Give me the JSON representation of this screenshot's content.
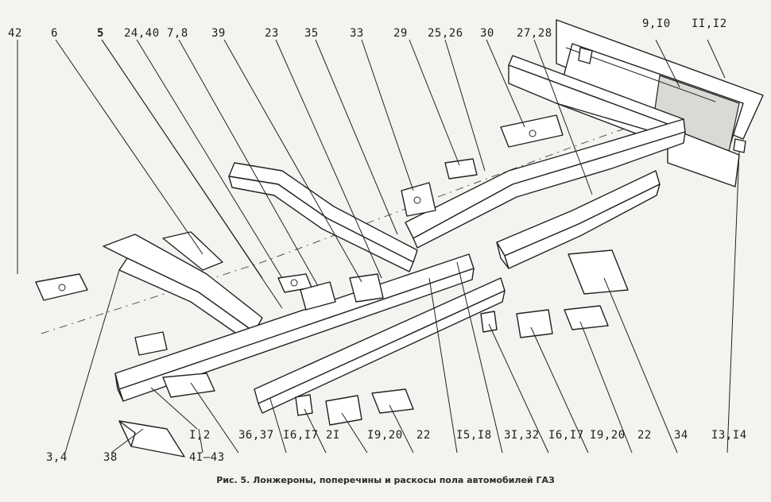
{
  "caption": "Рис. 5. Лонжероны, поперечины и раскосы пола автомобилей ГАЗ",
  "top_labels": [
    "42",
    "6",
    "5",
    "24,40",
    "7,8",
    "39",
    "23",
    "35",
    "33",
    "29",
    "25,26",
    "30",
    "27,28",
    "9,I0",
    "II,I2"
  ],
  "bottom_labels": [
    "3,4",
    "38",
    "I,2",
    "4I–43",
    "36,37",
    "I6,I7",
    "2I",
    "I9,20",
    "22",
    "I5,I8",
    "3I,32",
    "I6,I7",
    "I9,20",
    "22",
    "34",
    "I3,I4"
  ]
}
